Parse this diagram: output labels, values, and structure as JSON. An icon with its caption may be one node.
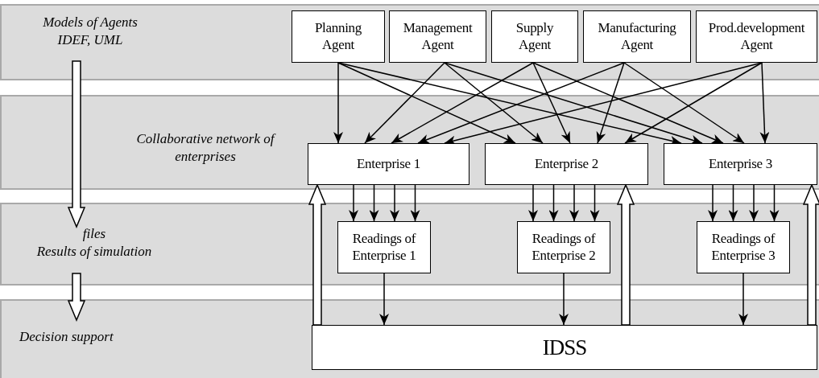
{
  "diagram": {
    "nodes": [
      {
        "text": [
          "Models of Agents",
          "IDEF, UML"
        ]
      },
      {
        "text": [
          "Collaborative network of enterprises"
        ]
      },
      {
        "text": [
          "files",
          "Results of simulation"
        ]
      },
      {
        "text": [
          "Decision support"
        ]
      },
      {
        "text": [
          "Planning Agent"
        ],
        "in": 0
      },
      {
        "text": [
          "Management Agent"
        ],
        "in": 0
      },
      {
        "text": [
          "Supply Agent"
        ],
        "in": 0
      },
      {
        "text": [
          "Manufacturing Agent"
        ],
        "in": 0
      },
      {
        "text": [
          "Prod.development Agent"
        ],
        "in": 0
      },
      {
        "text": [
          "Enterprise 1"
        ],
        "in": 1
      },
      {
        "text": [
          "Enterprise 2"
        ],
        "in": 1
      },
      {
        "text": [
          "Enterprise 3"
        ],
        "in": 1
      },
      {
        "text": [
          "Readings of Enterprise 1"
        ],
        "in": 2
      },
      {
        "text": [
          "Readings of Enterprise 2"
        ],
        "in": 2
      },
      {
        "text": [
          "Readings of Enterprise 3"
        ],
        "in": 2
      },
      {
        "text": [
          "IDSS"
        ],
        "in": 3
      }
    ],
    "edges": [
      {
        "from": 4,
        "to": 9,
        "arrow": "to"
      },
      {
        "from": 4,
        "to": 10,
        "arrow": "to"
      },
      {
        "from": 4,
        "to": 11,
        "arrow": "to"
      },
      {
        "from": 5,
        "to": 9,
        "arrow": "to"
      },
      {
        "from": 5,
        "to": 10,
        "arrow": "to"
      },
      {
        "from": 5,
        "to": 11,
        "arrow": "to"
      },
      {
        "from": 6,
        "to": 9,
        "arrow": "to"
      },
      {
        "from": 6,
        "to": 10,
        "arrow": "to"
      },
      {
        "from": 6,
        "to": 11,
        "arrow": "to"
      },
      {
        "from": 7,
        "to": 9,
        "arrow": "to"
      },
      {
        "from": 7,
        "to": 10,
        "arrow": "to"
      },
      {
        "from": 7,
        "to": 11,
        "arrow": "to"
      },
      {
        "from": 8,
        "to": 9,
        "arrow": "to"
      },
      {
        "from": 8,
        "to": 10,
        "arrow": "to"
      },
      {
        "from": 8,
        "to": 11,
        "arrow": "to"
      },
      {
        "from": 9,
        "to": 12,
        "arrow": "to"
      },
      {
        "from": 9,
        "to": 12,
        "arrow": "to"
      },
      {
        "from": 9,
        "to": 12,
        "arrow": "to"
      },
      {
        "from": 9,
        "to": 12,
        "arrow": "to"
      },
      {
        "from": 10,
        "to": 13,
        "arrow": "to"
      },
      {
        "from": 10,
        "to": 13,
        "arrow": "to"
      },
      {
        "from": 10,
        "to": 13,
        "arrow": "to"
      },
      {
        "from": 10,
        "to": 13,
        "arrow": "to"
      },
      {
        "from": 11,
        "to": 14,
        "arrow": "to"
      },
      {
        "from": 11,
        "to": 14,
        "arrow": "to"
      },
      {
        "from": 11,
        "to": 14,
        "arrow": "to"
      },
      {
        "from": 11,
        "to": 14,
        "arrow": "to"
      },
      {
        "from": 12,
        "to": 15,
        "arrow": "to"
      },
      {
        "from": 13,
        "to": 15,
        "arrow": "to"
      },
      {
        "from": 14,
        "to": 15,
        "arrow": "to"
      },
      {
        "from": 15,
        "to": 9,
        "arrow": "to",
        "style": "thick"
      },
      {
        "from": 15,
        "to": 10,
        "arrow": "to",
        "style": "thick"
      },
      {
        "from": 15,
        "to": 11,
        "arrow": "to",
        "style": "thick"
      },
      {
        "from": 0,
        "to": 2,
        "arrow": "to",
        "style": "thick"
      },
      {
        "from": 2,
        "to": 3,
        "arrow": "to",
        "style": "thick"
      }
    ]
  }
}
